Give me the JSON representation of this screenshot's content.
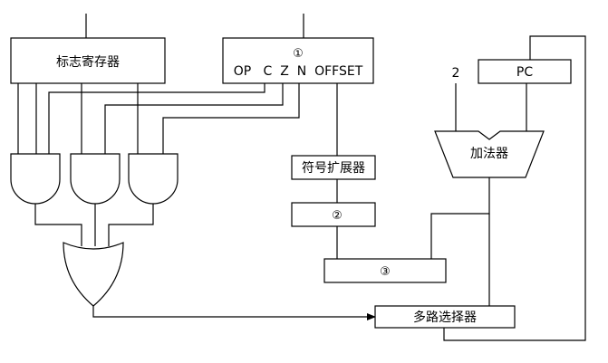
{
  "blocks": {
    "flag_register": "标志寄存器",
    "instruction_marker": "①",
    "instruction_fields": "OP   C  Z  N  OFFSET",
    "sign_extender": "符号扩展器",
    "box2_marker": "②",
    "box3_marker": "③",
    "adder": "加法器",
    "pc": "PC",
    "mux": "多路选择器",
    "constant": "2"
  }
}
